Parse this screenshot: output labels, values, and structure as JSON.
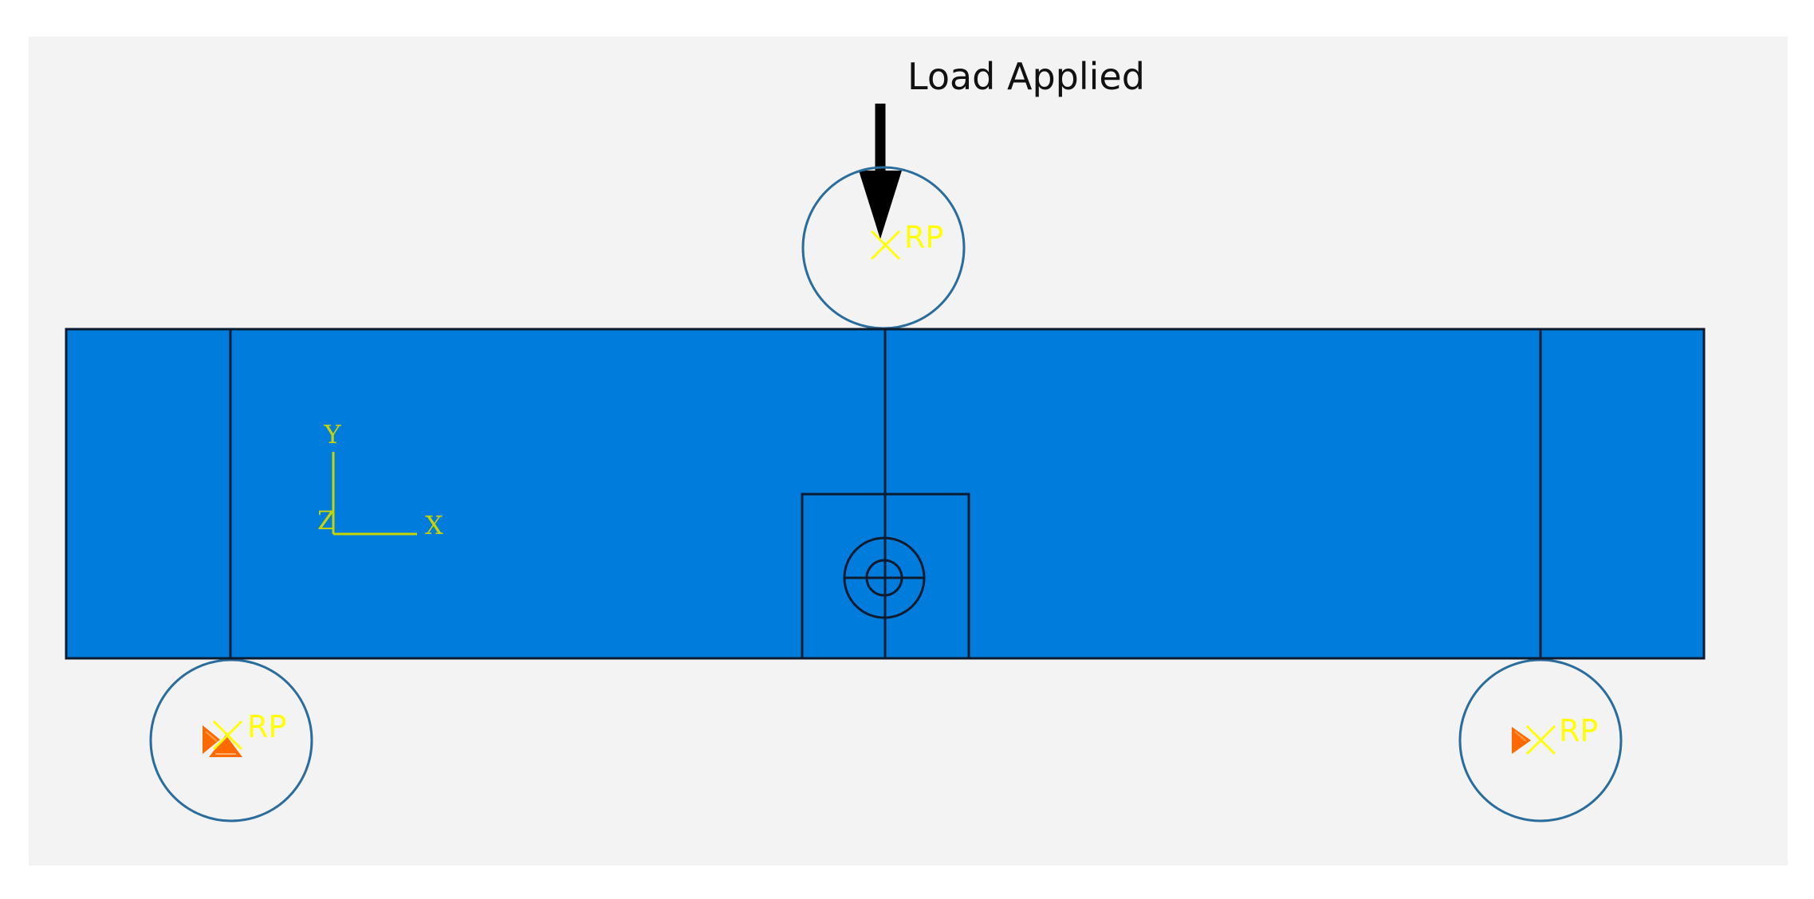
{
  "load": {
    "label": "Load Applied"
  },
  "reference_points": {
    "top": {
      "label": "RP"
    },
    "left": {
      "label": "RP"
    },
    "right": {
      "label": "RP"
    }
  },
  "triad": {
    "x": "X",
    "y": "Y",
    "z": "Z"
  },
  "colors": {
    "viewport_bg": "#f3f3f3",
    "beam_fill": "#007cdc",
    "edge": "#0d1b2e",
    "roller_circle": "#2a6d9c",
    "rp_marker": "#ffff00",
    "triad": "#c8d400",
    "boundary_condition": "#ff6a00",
    "arrow": "#000000"
  }
}
